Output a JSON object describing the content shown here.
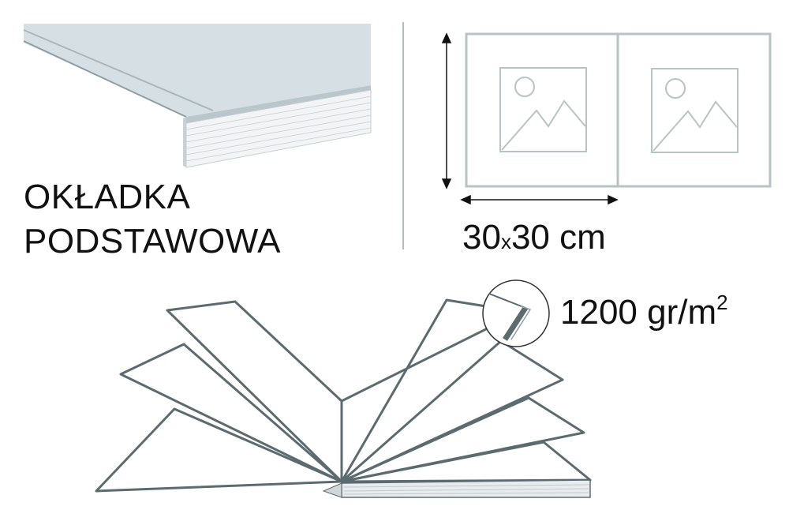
{
  "cover": {
    "title_line1": "OKŁADKA",
    "title_line2": "PODSTAWOWA"
  },
  "dimensions": {
    "size_a": "30",
    "size_sep": "x",
    "size_b": "30",
    "unit": "cm"
  },
  "paper": {
    "weight_value": "1200",
    "weight_unit": "gr/m",
    "weight_exp": "2"
  },
  "icons": [
    "cover-board-icon",
    "album-spread-icon",
    "photo-placeholder-icon",
    "open-book-icon",
    "zoom-circle-icon"
  ],
  "colors": {
    "stroke": "#5b6b70",
    "board_fill": "#d6dfe4",
    "frame": "#b7c3c7",
    "text": "#111111"
  }
}
